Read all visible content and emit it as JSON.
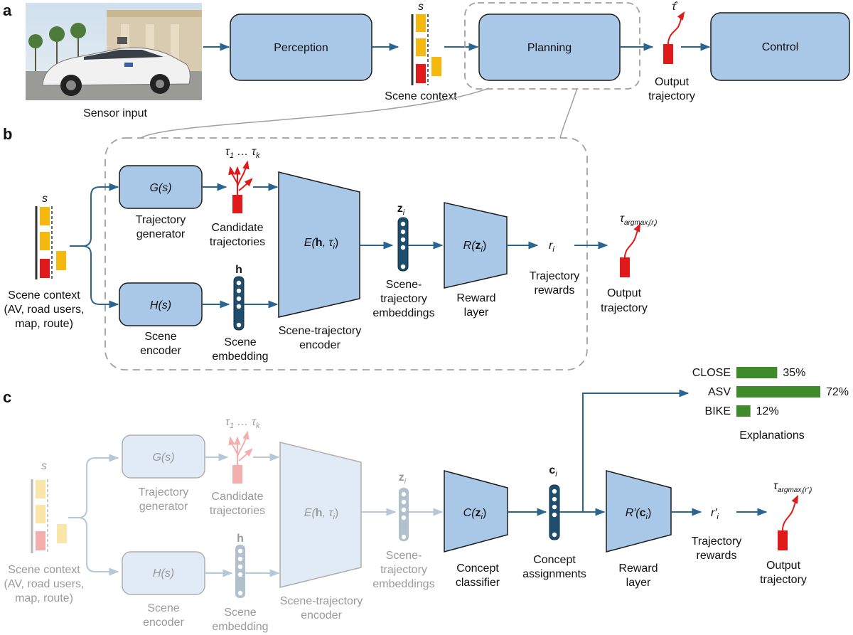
{
  "panels": {
    "a": "a",
    "b": "b",
    "c": "c"
  },
  "panel_a": {
    "sensor_label": "Sensor input",
    "perception": "Perception",
    "planning": "Planning",
    "control": "Control",
    "s": "s",
    "scene_context": "Scene context",
    "tau_hat": "τ̂",
    "output_line1": "Output",
    "output_line2": "trajectory"
  },
  "panel_b": {
    "s": "s",
    "scene_ctx": [
      "Scene context",
      "(AV, road users,",
      "map, route)"
    ],
    "G": "G(s)",
    "gen": [
      "Trajectory",
      "generator"
    ],
    "tau_top": "τ",
    "tau_sub1": "1",
    "tau_dots": " … τ",
    "tau_subk": "k",
    "cand": [
      "Candidate",
      "trajectories"
    ],
    "H": "H(s)",
    "enc": [
      "Scene",
      "encoder"
    ],
    "h": "h",
    "emb": [
      "Scene",
      "embedding"
    ],
    "E_pre": "E(",
    "E_h": "h",
    "E_mid": ", τ",
    "E_sub": "i",
    "E_post": ")",
    "ste": [
      "Scene-trajectory",
      "encoder"
    ],
    "z": "z",
    "z_sub": "i",
    "stemb": [
      "Scene-",
      "trajectory",
      "embeddings"
    ],
    "R_pre": "R(",
    "R_z": "z",
    "R_sub": "i",
    "R_post": ")",
    "rlayer": [
      "Reward",
      "layer"
    ],
    "r": "r",
    "r_sub": "i",
    "rewards": [
      "Trajectory",
      "rewards"
    ],
    "tau_arg": "τ",
    "tau_arg_sub": "argmax",
    "tau_arg_sub2": "i",
    "tau_arg_sub3": "(r",
    "tau_arg_sub4": "i",
    "tau_arg_sub5": ")",
    "output": [
      "Output",
      "trajectory"
    ]
  },
  "panel_c": {
    "s": "s",
    "scene_ctx": [
      "Scene context",
      "(AV, road users,",
      "map, route)"
    ],
    "G": "G(s)",
    "gen": [
      "Trajectory",
      "generator"
    ],
    "tau_top": "τ",
    "tau_sub1": "1",
    "tau_dots": " … τ",
    "tau_subk": "k",
    "cand": [
      "Candidate",
      "trajectories"
    ],
    "H": "H(s)",
    "enc": [
      "Scene",
      "encoder"
    ],
    "h": "h",
    "emb": [
      "Scene",
      "embedding"
    ],
    "E_pre": "E(",
    "E_h": "h",
    "E_mid": ", τ",
    "E_sub": "i",
    "E_post": ")",
    "ste": [
      "Scene-trajectory",
      "encoder"
    ],
    "z": "z",
    "z_sub": "i",
    "stemb": [
      "Scene-",
      "trajectory",
      "embeddings"
    ],
    "C_pre": "C(",
    "C_z": "z",
    "C_sub": "i",
    "C_post": ")",
    "cclass": [
      "Concept",
      "classifier"
    ],
    "c": "c",
    "c_sub": "i",
    "cassign": [
      "Concept",
      "assignments"
    ],
    "Rp_pre": "R′(",
    "Rp_c": "c",
    "Rp_sub": "i",
    "Rp_post": ")",
    "rlayer": [
      "Reward",
      "layer"
    ],
    "r": "r′",
    "r_sub": "i",
    "rewards": [
      "Trajectory",
      "rewards"
    ],
    "tau_arg": "τ",
    "tau_arg_sub": "argmax",
    "tau_arg_sub2": "i",
    "tau_arg_sub3": "(r′",
    "tau_arg_sub4": "i",
    "tau_arg_sub5": ")",
    "output": [
      "Output",
      "trajectory"
    ],
    "explanations_title": "Explanations",
    "explanations": [
      {
        "label": "CLOSE",
        "value": 35,
        "text": "35%"
      },
      {
        "label": "ASV",
        "value": 72,
        "text": "72%"
      },
      {
        "label": "BIKE",
        "value": 12,
        "text": "12%"
      }
    ]
  },
  "colors": {
    "box_fill": "#a9c8e8",
    "box_stroke": "#1c1c1c",
    "arrow": "#2a6490",
    "node": "#1f4d6e",
    "yellow": "#f5b80e",
    "red": "#e01a1a",
    "bar_green": "#3f8a2a",
    "dashed": "#a0a0a0"
  }
}
